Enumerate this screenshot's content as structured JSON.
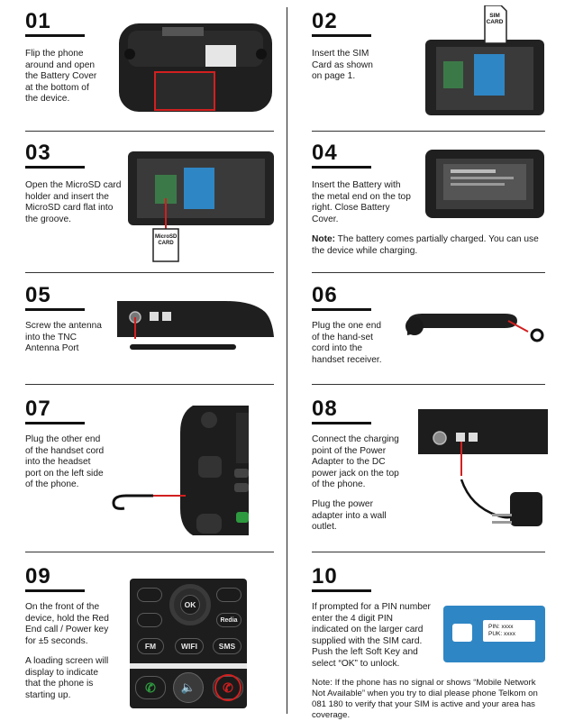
{
  "steps": [
    {
      "num": "01",
      "text": "Flip the phone around and open the Battery Cover at the bottom of the device."
    },
    {
      "num": "02",
      "text": "Insert the SIM Card as shown on page 1.",
      "illustration_label": "SIM CARD"
    },
    {
      "num": "03",
      "text": "Open the MicroSD card holder and insert the MicroSD card flat into the groove.",
      "illustration_label": "MicroSD CARD"
    },
    {
      "num": "04",
      "text": "Insert the Battery with the metal end on the top right. Close Battery Cover.",
      "note_label": "Note:",
      "note_text": " The battery comes partially charged. You can use the device while charging."
    },
    {
      "num": "05",
      "text": "Screw the antenna into the TNC Antenna Port"
    },
    {
      "num": "06",
      "text": "Plug the one end of the hand-set cord into the handset receiver."
    },
    {
      "num": "07",
      "text": "Plug the other end of the handset cord into the headset port on the left side of the phone."
    },
    {
      "num": "08",
      "text": "Connect the charging point of the Power Adapter to the DC power jack on the top of the phone.",
      "text2": "Plug the power adapter into a wall outlet."
    },
    {
      "num": "09",
      "text": "On the front of the device, hold the Red End call / Power key for ±5 seconds.",
      "text2": "A loading screen will display to indicate that the phone is starting up."
    },
    {
      "num": "10",
      "text": "If prompted for a PIN number enter the 4 digit PIN indicated on the larger card supplied with the SIM card. Push the left Soft Key and select “OK” to unlock.",
      "note_text": "Note: If the phone has no signal or shows “Mobile Network Not Available” when you try to dial please phone Telkom on 081 180 to verify that your SIM is active and your area has coverage."
    }
  ],
  "keypad": {
    "ok": "OK",
    "redial": "Redia",
    "fm": "FM",
    "wifi": "WIFI",
    "sms": "SMS"
  },
  "sim": {
    "pin": "PIN: xxxx",
    "puk": "PUK: xxxx"
  },
  "colors": {
    "accent_red": "#d21f1f",
    "sim_blue": "#2f86c4",
    "end_key_green": "#2e9a3f"
  }
}
